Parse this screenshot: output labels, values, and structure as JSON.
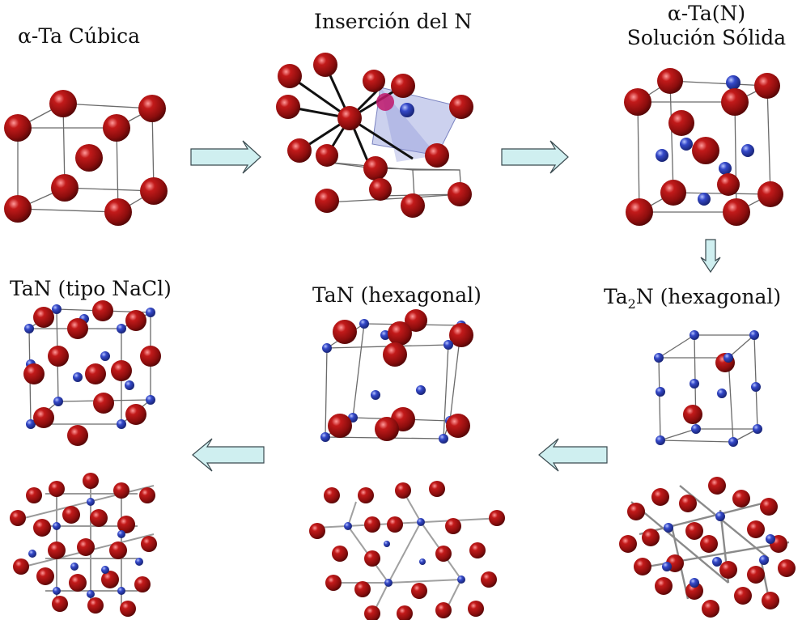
{
  "labels": {
    "alpha_ta_cubic": "α-Ta Cúbica",
    "n_insertion": "Inserción del N",
    "alpha_ta_n_line1": "α-Ta(N)",
    "alpha_ta_n_line2": "Solución Sólida",
    "tan_nacl": "TaN (tipo NaCl)",
    "tan_hex": "TaN (hexagonal)",
    "ta2n_prefix": "Ta",
    "ta2n_sub": "2",
    "ta2n_suffix": "N (hexagonal)"
  },
  "colors": {
    "tantalum_atom": "#8b0d0d",
    "nitrogen_atom": "#1f2e9a",
    "arrow_fill": "#cfeff0",
    "arrow_stroke": "#3a4a4f",
    "cell_edge": "#6a6a6a",
    "octahedron": "#9aa3dd"
  },
  "arrows": [
    {
      "name": "arrow-right-1",
      "direction": "right"
    },
    {
      "name": "arrow-right-2",
      "direction": "right"
    },
    {
      "name": "arrow-down",
      "direction": "down"
    },
    {
      "name": "arrow-left-1",
      "direction": "left"
    },
    {
      "name": "arrow-left-2",
      "direction": "left"
    }
  ]
}
